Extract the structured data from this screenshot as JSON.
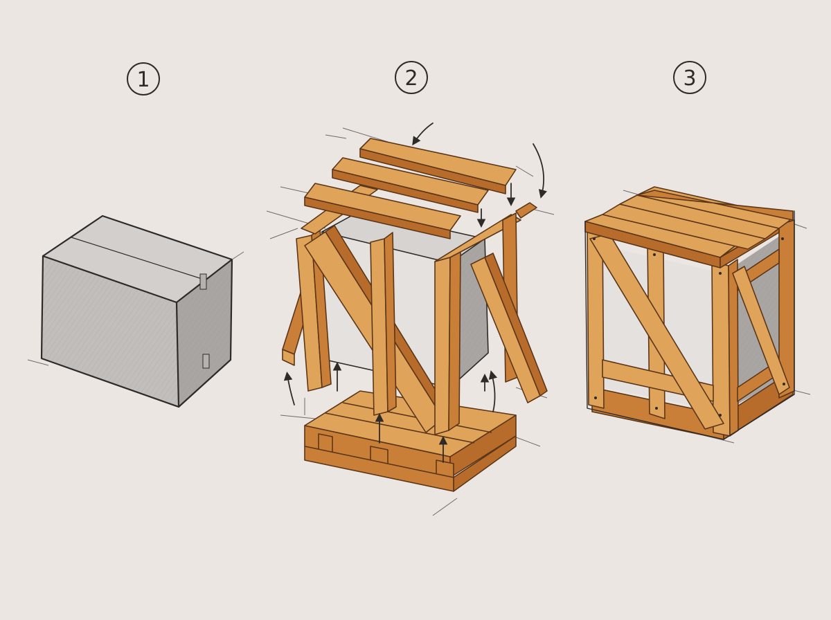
{
  "steps": [
    {
      "number": "1",
      "subject": "cardboard-box"
    },
    {
      "number": "2",
      "subject": "crate-assembly-exploded"
    },
    {
      "number": "3",
      "subject": "assembled-wooden-crate"
    }
  ],
  "colors": {
    "paper": "#ebe6e2",
    "pencil": "#2e2a28",
    "box_top": "#d2cfcc",
    "box_front": "#c2bebb",
    "box_side": "#a9a5a2",
    "wood_light": "#e0a35a",
    "wood_mid": "#c97f38",
    "wood_dark": "#b86c2b"
  }
}
